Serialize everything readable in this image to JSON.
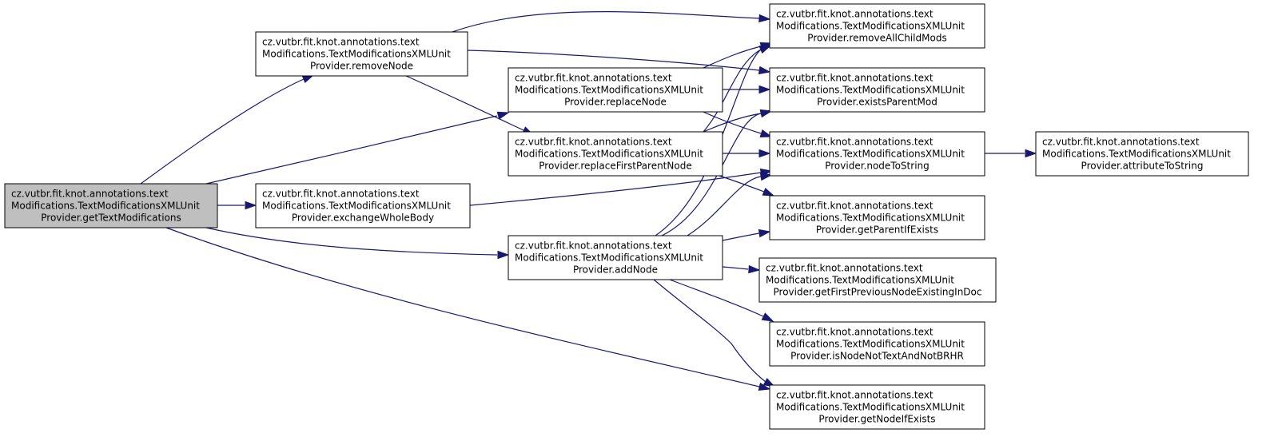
{
  "graph": {
    "nodes": [
      {
        "id": "getTextModifications",
        "lines": [
          "cz.vutbr.fit.knot.annotations.text",
          "Modifications.TextModificationsXMLUnit",
          "Provider.getTextModifications"
        ],
        "highlight": true
      },
      {
        "id": "removeNode",
        "lines": [
          "cz.vutbr.fit.knot.annotations.text",
          "Modifications.TextModificationsXMLUnit",
          "Provider.removeNode"
        ]
      },
      {
        "id": "exchangeWholeBody",
        "lines": [
          "cz.vutbr.fit.knot.annotations.text",
          "Modifications.TextModificationsXMLUnit",
          "Provider.exchangeWholeBody"
        ]
      },
      {
        "id": "replaceNode",
        "lines": [
          "cz.vutbr.fit.knot.annotations.text",
          "Modifications.TextModificationsXMLUnit",
          "Provider.replaceNode"
        ]
      },
      {
        "id": "replaceFirstParentNode",
        "lines": [
          "cz.vutbr.fit.knot.annotations.text",
          "Modifications.TextModificationsXMLUnit",
          "Provider.replaceFirstParentNode"
        ]
      },
      {
        "id": "addNode",
        "lines": [
          "cz.vutbr.fit.knot.annotations.text",
          "Modifications.TextModificationsXMLUnit",
          "Provider.addNode"
        ]
      },
      {
        "id": "removeAllChildMods",
        "lines": [
          "cz.vutbr.fit.knot.annotations.text",
          "Modifications.TextModificationsXMLUnit",
          "Provider.removeAllChildMods"
        ]
      },
      {
        "id": "existsParentMod",
        "lines": [
          "cz.vutbr.fit.knot.annotations.text",
          "Modifications.TextModificationsXMLUnit",
          "Provider.existsParentMod"
        ]
      },
      {
        "id": "nodeToString",
        "lines": [
          "cz.vutbr.fit.knot.annotations.text",
          "Modifications.TextModificationsXMLUnit",
          "Provider.nodeToString"
        ]
      },
      {
        "id": "getParentIfExists",
        "lines": [
          "cz.vutbr.fit.knot.annotations.text",
          "Modifications.TextModificationsXMLUnit",
          "Provider.getParentIfExists"
        ]
      },
      {
        "id": "getFirstPreviousNodeExistingInDoc",
        "lines": [
          "cz.vutbr.fit.knot.annotations.text",
          "Modifications.TextModificationsXMLUnit",
          "Provider.getFirstPreviousNodeExistingInDoc"
        ]
      },
      {
        "id": "isNodeNotTextAndNotBRHR",
        "lines": [
          "cz.vutbr.fit.knot.annotations.text",
          "Modifications.TextModificationsXMLUnit",
          "Provider.isNodeNotTextAndNotBRHR"
        ]
      },
      {
        "id": "getNodeIfExists",
        "lines": [
          "cz.vutbr.fit.knot.annotations.text",
          "Modifications.TextModificationsXMLUnit",
          "Provider.getNodeIfExists"
        ]
      },
      {
        "id": "attributeToString",
        "lines": [
          "cz.vutbr.fit.knot.annotations.text",
          "Modifications.TextModificationsXMLUnit",
          "Provider.attributeToString"
        ]
      }
    ],
    "edges": [
      {
        "from": "getTextModifications",
        "to": "removeNode"
      },
      {
        "from": "getTextModifications",
        "to": "replaceNode"
      },
      {
        "from": "getTextModifications",
        "to": "exchangeWholeBody"
      },
      {
        "from": "getTextModifications",
        "to": "addNode"
      },
      {
        "from": "getTextModifications",
        "to": "getNodeIfExists"
      },
      {
        "from": "removeNode",
        "to": "removeAllChildMods"
      },
      {
        "from": "removeNode",
        "to": "existsParentMod"
      },
      {
        "from": "removeNode",
        "to": "replaceFirstParentNode"
      },
      {
        "from": "replaceNode",
        "to": "removeAllChildMods"
      },
      {
        "from": "replaceNode",
        "to": "existsParentMod"
      },
      {
        "from": "replaceNode",
        "to": "nodeToString"
      },
      {
        "from": "replaceFirstParentNode",
        "to": "removeAllChildMods"
      },
      {
        "from": "replaceFirstParentNode",
        "to": "existsParentMod"
      },
      {
        "from": "replaceFirstParentNode",
        "to": "nodeToString"
      },
      {
        "from": "replaceFirstParentNode",
        "to": "getParentIfExists"
      },
      {
        "from": "exchangeWholeBody",
        "to": "nodeToString"
      },
      {
        "from": "addNode",
        "to": "removeAllChildMods"
      },
      {
        "from": "addNode",
        "to": "existsParentMod"
      },
      {
        "from": "addNode",
        "to": "nodeToString"
      },
      {
        "from": "addNode",
        "to": "getParentIfExists"
      },
      {
        "from": "addNode",
        "to": "getFirstPreviousNodeExistingInDoc"
      },
      {
        "from": "addNode",
        "to": "isNodeNotTextAndNotBRHR"
      },
      {
        "from": "addNode",
        "to": "getNodeIfExists"
      },
      {
        "from": "nodeToString",
        "to": "attributeToString"
      }
    ]
  },
  "colors": {
    "edge": "#191970",
    "node_fill": "#ffffff",
    "node_highlight_fill": "#bfbfbf",
    "node_border": "#000000"
  }
}
